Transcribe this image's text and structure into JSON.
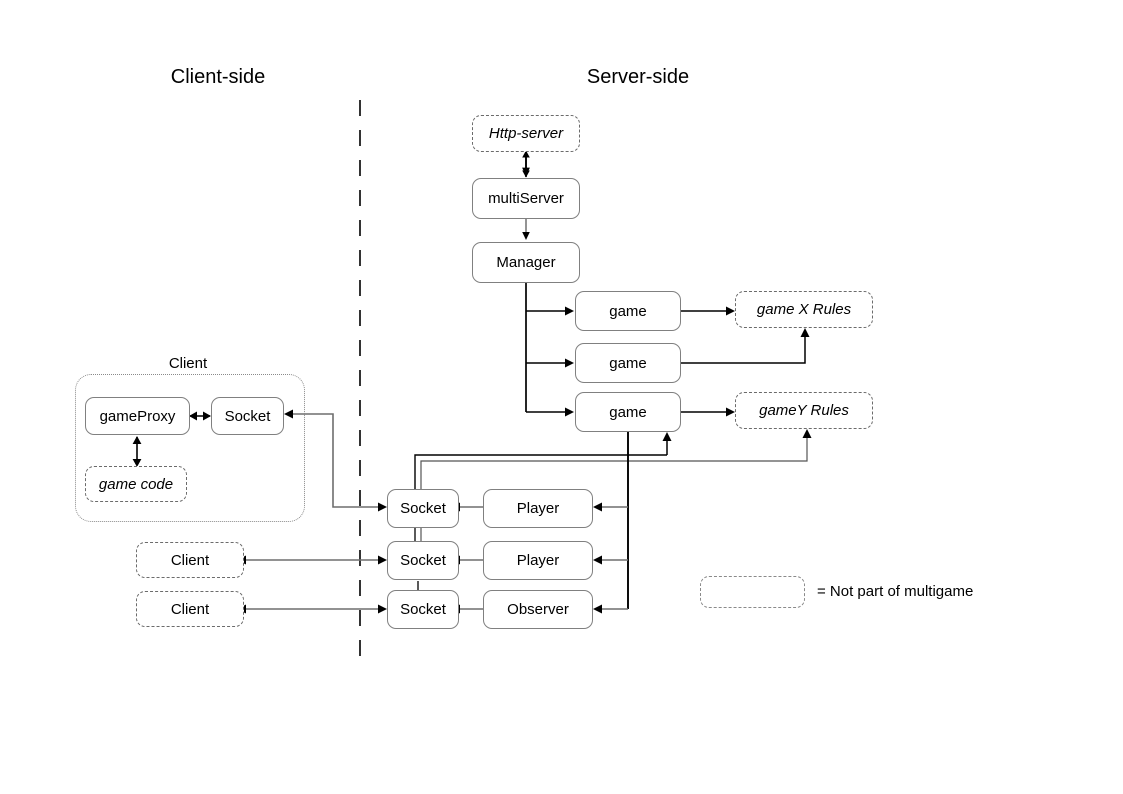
{
  "diagram": {
    "title_client": "Client-side",
    "title_server": "Server-side",
    "divider": "vertical-dashed-divider"
  },
  "server": {
    "http_server": "Http-server",
    "multi_server": "multiServer",
    "manager": "Manager",
    "games": [
      {
        "label": "game"
      },
      {
        "label": "game"
      },
      {
        "label": "game"
      }
    ],
    "rules": [
      {
        "label": "game X Rules"
      },
      {
        "label": "gameY Rules"
      }
    ],
    "sockets": [
      {
        "label": "Socket"
      },
      {
        "label": "Socket"
      },
      {
        "label": "Socket"
      }
    ],
    "endpoints": [
      {
        "label": "Player"
      },
      {
        "label": "Player"
      },
      {
        "label": "Observer"
      }
    ]
  },
  "client": {
    "group_label": "Client",
    "game_proxy": "gameProxy",
    "socket": "Socket",
    "game_code": "game code",
    "other_clients": [
      {
        "label": "Client"
      },
      {
        "label": "Client"
      }
    ]
  },
  "legend": {
    "swatch": "dashed-box-swatch",
    "text": "= Not part of multigame"
  },
  "colors": {
    "stroke_solid": "#000000",
    "stroke_box": "#808080",
    "stroke_dashed": "#6b6b6b",
    "background": "#ffffff",
    "text": "#000000"
  }
}
